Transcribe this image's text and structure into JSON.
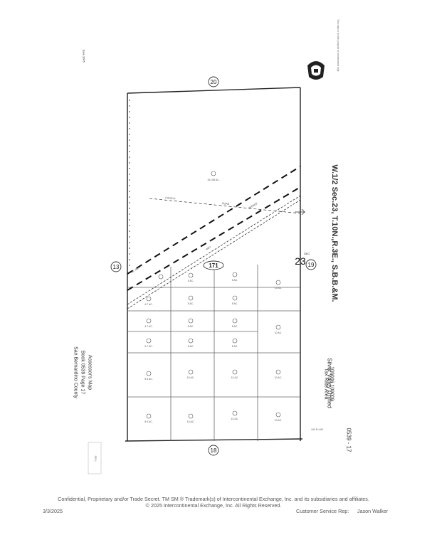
{
  "map": {
    "date": "June 2005",
    "top_section": "20",
    "left_section": "13",
    "right_section": "19",
    "bottom_section": "18",
    "big_section": "23",
    "big_section_label": "SEC.",
    "parcel_label": "171",
    "road_labels": [
      "COUNTY",
      "ROAD",
      "AVENUE",
      "HWY",
      "ST. HWY."
    ],
    "lot_counts": [
      "5 AC.",
      "10 AC.",
      "4.7 AC.",
      "9.4 AC.",
      "101.58 AC."
    ],
    "corner_note": "REV.",
    "lower_right_note": "100 \n P=100"
  },
  "side_text": {
    "right_title": "W.1/2 Sec.23, T.10N.,R.3E., S.B.B.&M.",
    "right_district": "Silver Valley Unified",
    "right_tax_rate": "Tax Rate Area",
    "right_tax_codes": "109006  109009",
    "right_map_no": "0539 - 17",
    "left_title": "Assessor's Map",
    "left_book": "Book 0539 Page 17",
    "left_county": "San Bernardino County",
    "top_disclaimer": "This map is for the purpose of assessment only"
  },
  "footer": {
    "confidential": "Confidential, Proprietary and/or Trade Secret.  TM SM ® Trademark(s) of Intercontinental Exchange, Inc. and its subsidiaries and affiliates.",
    "copyright": "© 2025 Intercontinental Exchange, Inc. All Rights Reserved.",
    "date": "3/3/2025",
    "rep_label": "Customer Service Rep:",
    "rep_name": "Jason Walker"
  }
}
